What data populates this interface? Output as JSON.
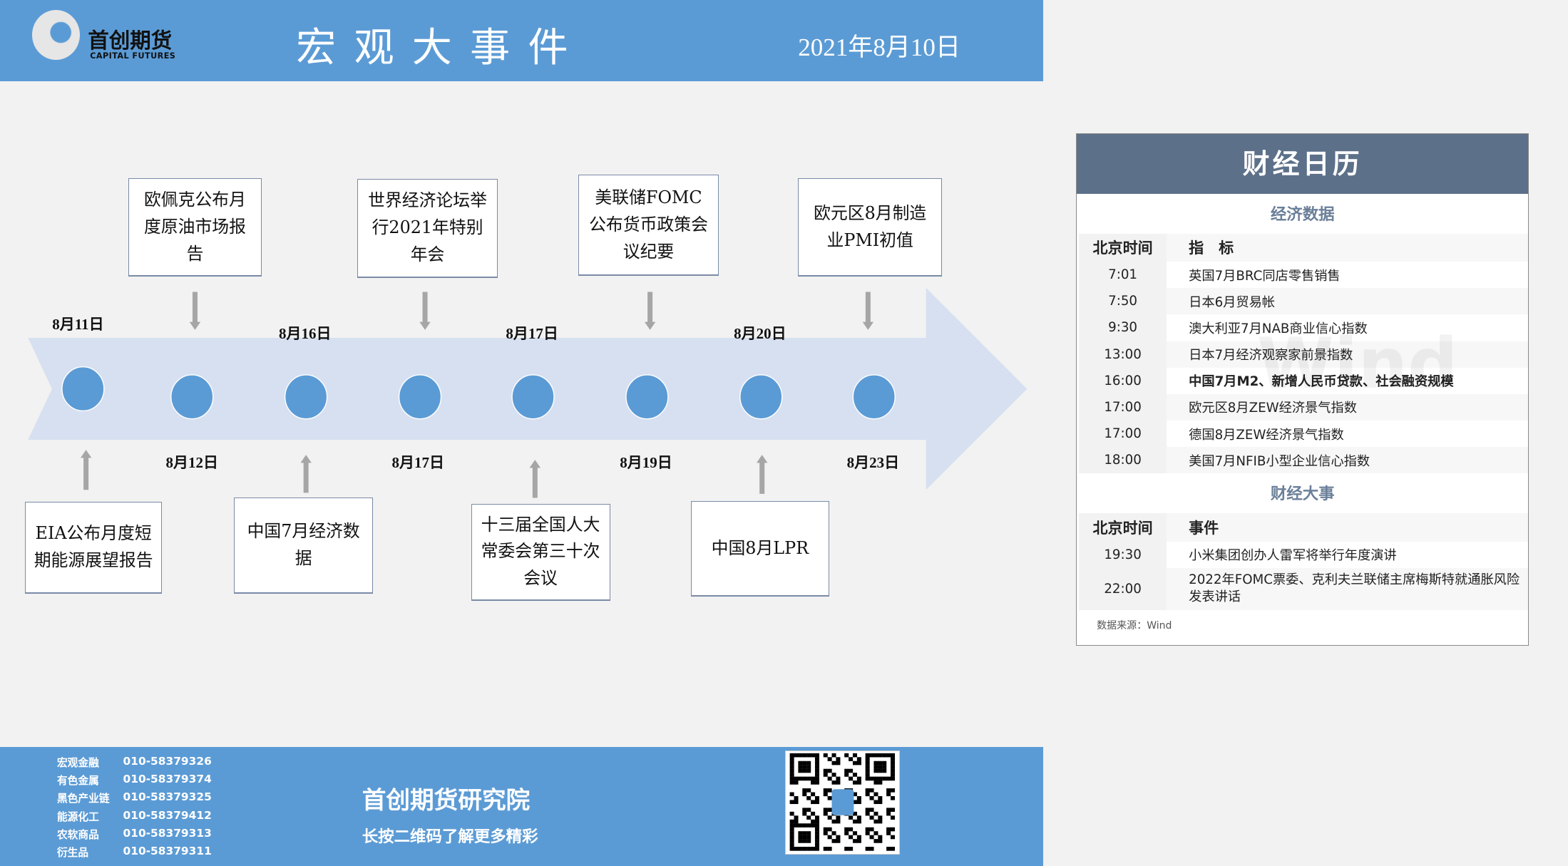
{
  "header": {
    "logo_cn": "首创期货",
    "logo_en": "CAPITAL FUTURES",
    "title": "宏观大事件",
    "date": "2021年8月10日"
  },
  "timeline": {
    "top_dates": [
      "8月11日",
      "8月16日",
      "8月17日",
      "8月20日"
    ],
    "bottom_dates": [
      "8月12日",
      "8月17日",
      "8月19日",
      "8月23日"
    ],
    "top_events": [
      "欧佩克公布月度原油市场报告",
      "世界经济论坛举行2021年特别年会",
      "美联储FOMC公布货币政策会议纪要",
      "欧元区8月制造业PMI初值"
    ],
    "bottom_events": [
      "EIA公布月度短期能源展望报告",
      "中国7月经济数据",
      "十三届全国人大常委会第三十次会议",
      "中国8月LPR"
    ],
    "colors": {
      "arrow": "#d6e0f0",
      "dot": "#5b9bd5"
    }
  },
  "calendar": {
    "title": "财经日历",
    "econ_title": "经济数据",
    "econ_headers": [
      "北京时间",
      "指　标"
    ],
    "econ_rows": [
      {
        "time": "7:01",
        "item": "英国7月BRC同店零售销售"
      },
      {
        "time": "7:50",
        "item": "日本6月贸易帐"
      },
      {
        "time": "9:30",
        "item": "澳大利亚7月NAB商业信心指数"
      },
      {
        "time": "13:00",
        "item": "日本7月经济观察家前景指数"
      },
      {
        "time": "16:00",
        "item": "中国7月M2、新增人民币贷款、社会融资规模"
      },
      {
        "time": "17:00",
        "item": "欧元区8月ZEW经济景气指数"
      },
      {
        "time": "17:00",
        "item": "德国8月ZEW经济景气指数"
      },
      {
        "time": "18:00",
        "item": "美国7月NFIB小型企业信心指数"
      }
    ],
    "events_title": "财经大事",
    "events_headers": [
      "北京时间",
      "事件"
    ],
    "event_rows": [
      {
        "time": "19:30",
        "item": "小米集团创办人雷军将举行年度演讲"
      },
      {
        "time": "22:00",
        "item": "2022年FOMC票委、克利夫兰联储主席梅斯特就通胀风险发表讲话"
      }
    ],
    "source": "数据来源：Wind",
    "watermark": "Wind"
  },
  "footer": {
    "contacts": [
      {
        "dept": "宏观金融",
        "phone": "010-58379326"
      },
      {
        "dept": "有色金属",
        "phone": "010-58379374"
      },
      {
        "dept": "黑色产业链",
        "phone": "010-58379325"
      },
      {
        "dept": "能源化工",
        "phone": "010-58379412"
      },
      {
        "dept": "农软商品",
        "phone": "010-58379313"
      },
      {
        "dept": "衍生品",
        "phone": "010-58379311"
      }
    ],
    "institute": "首创期货研究院",
    "slogan": "长按二维码了解更多精彩"
  }
}
